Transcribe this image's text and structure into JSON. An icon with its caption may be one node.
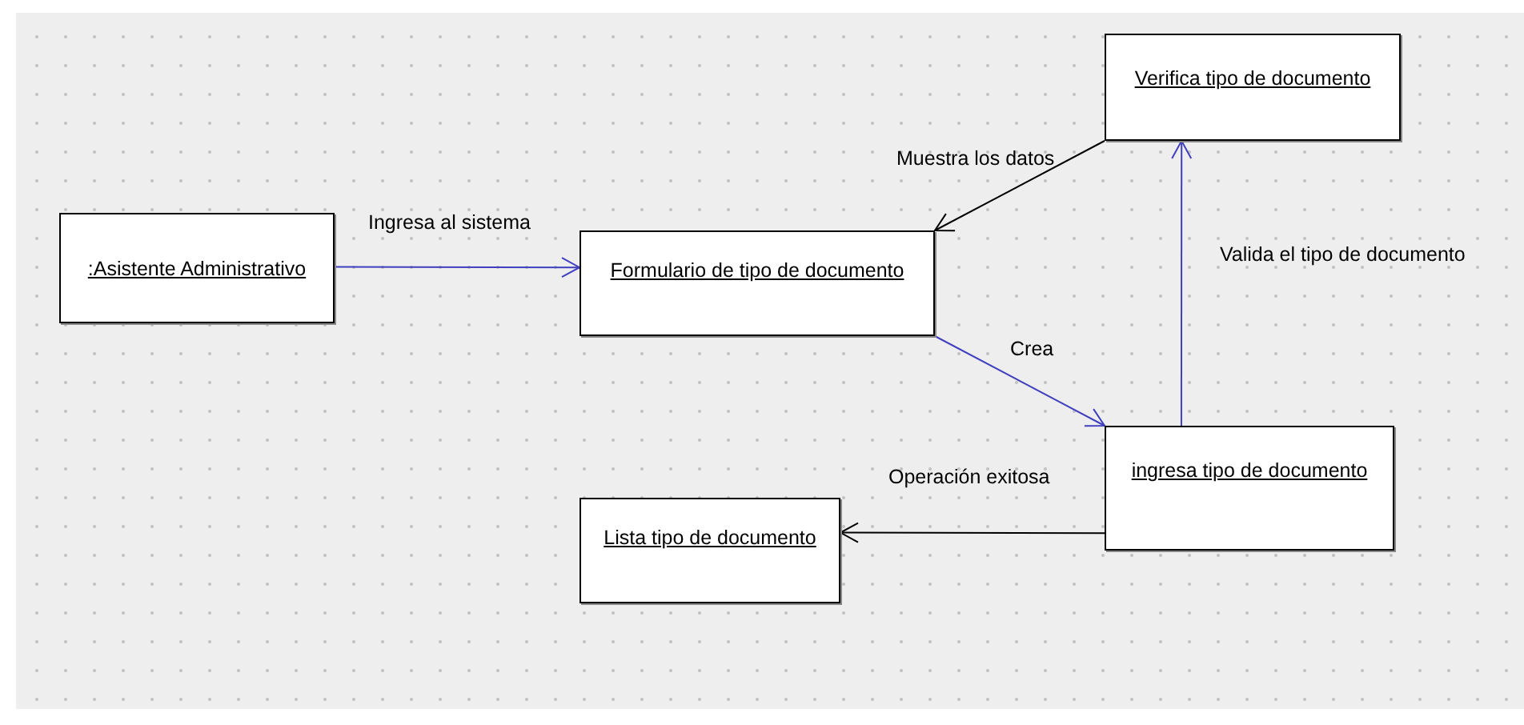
{
  "diagram": {
    "nodes": [
      {
        "text": [
          ":Asistente Administrativo"
        ]
      },
      {
        "text": [
          "Formulario de tipo de documento"
        ]
      },
      {
        "text": [
          "Verifica tipo de documento"
        ]
      },
      {
        "text": [
          "ingresa tipo de documento"
        ]
      },
      {
        "text": [
          "Lista tipo de documento"
        ]
      }
    ],
    "edges": [
      {
        "from": 0,
        "to": 1,
        "arrow": "to",
        "label": "Ingresa al sistema"
      },
      {
        "from": 2,
        "to": 1,
        "arrow": "to",
        "label": "Muestra los datos",
        "color": "#000000"
      },
      {
        "from": 1,
        "to": 3,
        "arrow": "to",
        "label": "Crea"
      },
      {
        "from": 3,
        "to": 2,
        "arrow": "to",
        "label": "Valida el tipo de documento"
      },
      {
        "from": 3,
        "to": 4,
        "arrow": "to",
        "label": "Operación exitosa",
        "color": "#000000"
      }
    ]
  }
}
